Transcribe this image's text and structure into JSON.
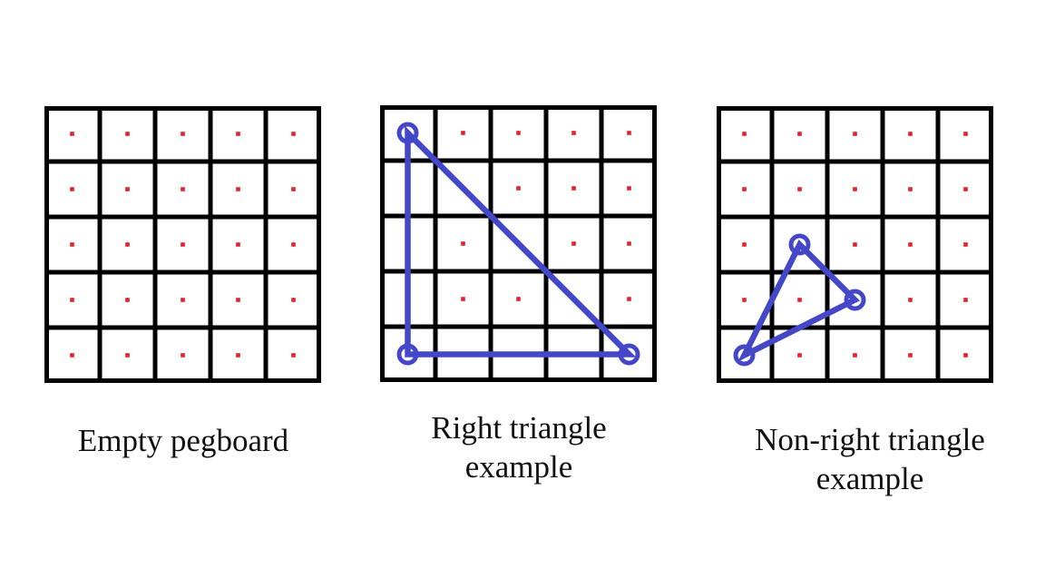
{
  "figure": {
    "type": "pegboard-diagram",
    "grid_rows": 5,
    "grid_cols": 5
  },
  "colors": {
    "grid_line": "#000000",
    "peg_dot": "#e6202c",
    "shape_stroke": "#4547c9",
    "board_fill": "#ffffff",
    "caption_text": "#111111"
  },
  "boards": [
    {
      "id": "empty-pegboard",
      "label_lines": [
        "Empty pegboard",
        ""
      ],
      "triangle": null
    },
    {
      "id": "right-triangle-example",
      "label_lines": [
        "Right triangle",
        "example"
      ],
      "triangle": [
        {
          "row": 0,
          "col": 0
        },
        {
          "row": 4,
          "col": 0
        },
        {
          "row": 4,
          "col": 4
        }
      ]
    },
    {
      "id": "non-right-triangle-example",
      "label_lines": [
        "Non-right triangle",
        "example"
      ],
      "triangle": [
        {
          "row": 2,
          "col": 1
        },
        {
          "row": 3,
          "col": 2
        },
        {
          "row": 4,
          "col": 0
        }
      ]
    }
  ]
}
